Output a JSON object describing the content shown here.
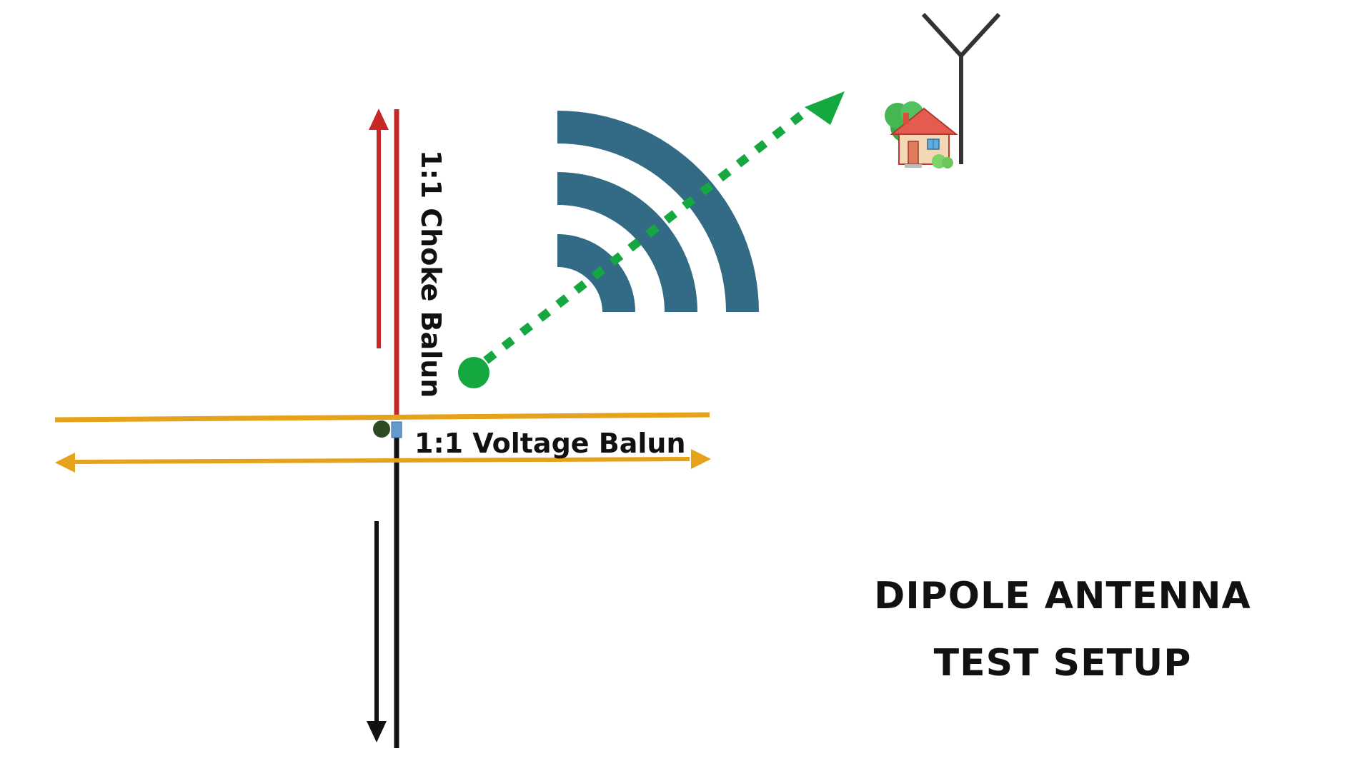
{
  "labels": {
    "choke_balun": "1:1 Choke Balun",
    "voltage_balun": "1:1 Voltage Balun"
  },
  "title": {
    "line1": "DIPOLE ANTENNA",
    "line2": "TEST SETUP"
  },
  "icons": {
    "house": "house-with-garden-icon",
    "antenna": "antenna-icon",
    "wifi": "wireless-signal-icon"
  },
  "colors": {
    "red_element": "#c62828",
    "orange_element": "#e5a21a",
    "black_element": "#111111",
    "signal_green": "#16a840",
    "wifi_blue": "#336b86",
    "feedpoint_blue": "#6699cc",
    "feedpoint_dark": "#2e4a22"
  }
}
